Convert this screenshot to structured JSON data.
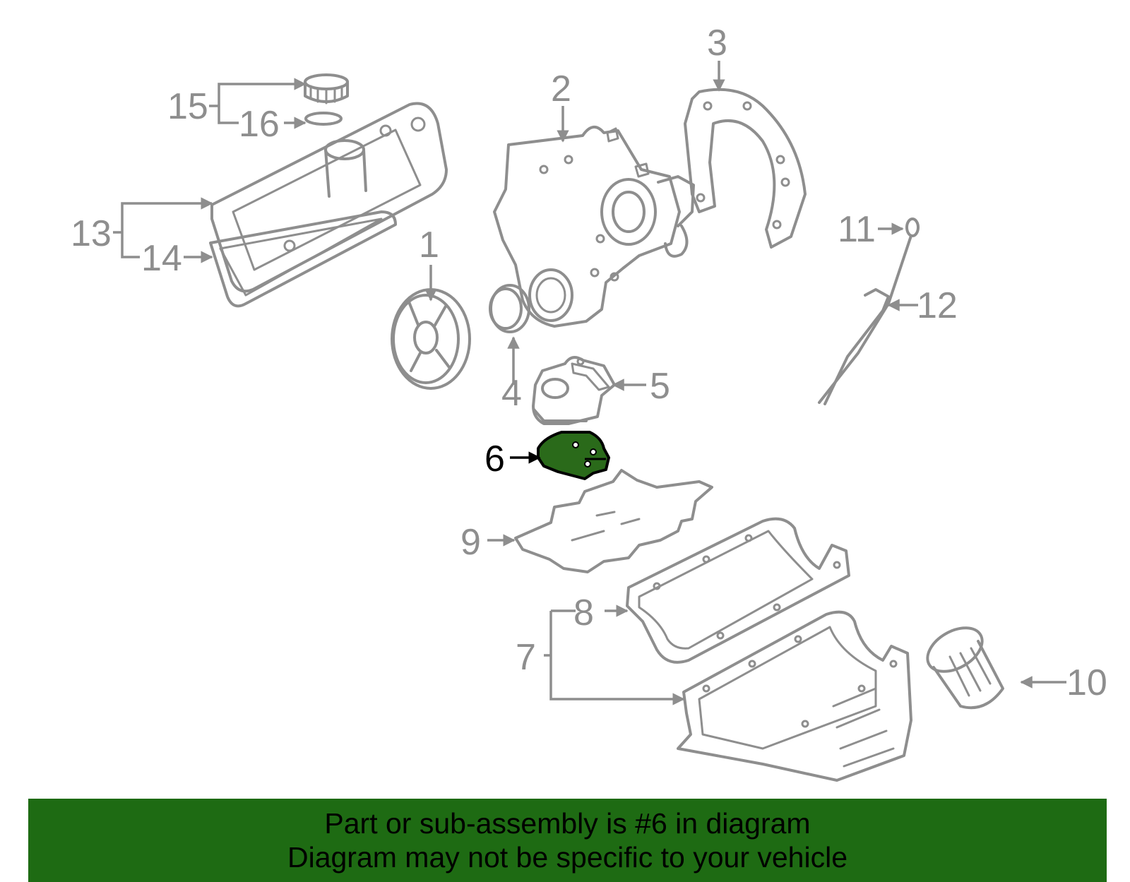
{
  "diagram": {
    "highlight_color": "#2a6a1a",
    "line_color": "#8e8e8e",
    "highlighted_part": "6",
    "callouts": [
      "1",
      "2",
      "3",
      "4",
      "5",
      "6",
      "7",
      "8",
      "9",
      "10",
      "11",
      "12",
      "13",
      "14",
      "15",
      "16"
    ]
  },
  "banner": {
    "background": "#1e6b13",
    "line1": "Part or sub-assembly is #6 in diagram",
    "line2": "Diagram may not be specific to your vehicle"
  }
}
